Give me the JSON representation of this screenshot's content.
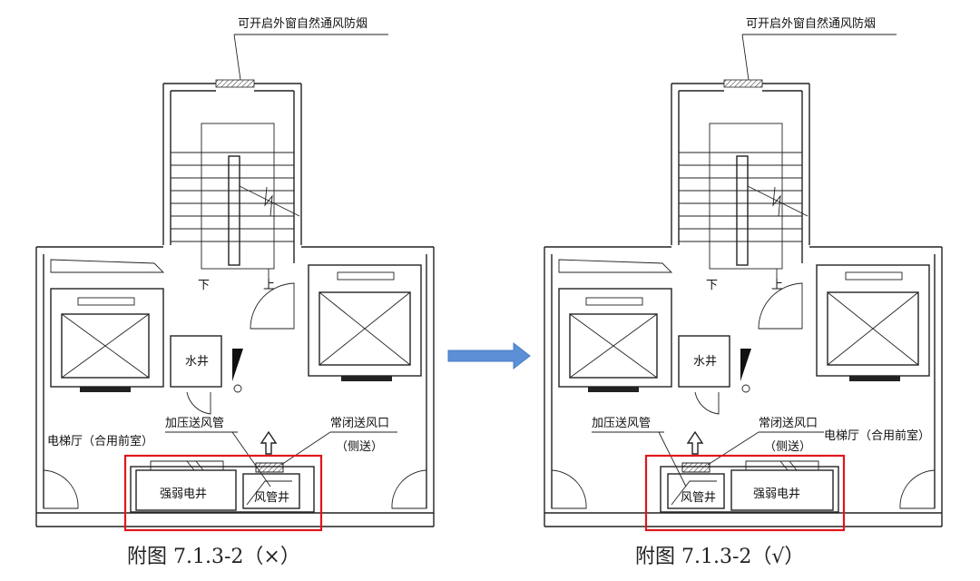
{
  "colors": {
    "arrow": "#5b8fd6",
    "highlight": "#e0161b",
    "line": "#222222"
  },
  "plans": [
    {
      "id": "left",
      "title_top": "可开启外窗自然通风防烟",
      "stair_down": "下",
      "stair_up": "上",
      "water_shaft": "水井",
      "pressurized_duct": "加压送风管",
      "closed_vent": "常闭送风口",
      "side_supply": "（侧送）",
      "lobby": "电梯厅（合用前室）",
      "electric_shaft": "强弱电井",
      "air_shaft": "风管井",
      "caption": "附图 7.1.3-2（×）"
    },
    {
      "id": "right",
      "title_top": "可开启外窗自然通风防烟",
      "stair_down": "下",
      "stair_up": "上",
      "water_shaft": "水井",
      "pressurized_duct": "加压送风管",
      "closed_vent": "常闭送风口",
      "side_supply": "（侧送）",
      "lobby": "电梯厅（合用前室）",
      "electric_shaft": "强弱电井",
      "air_shaft": "风管井",
      "caption": "附图 7.1.3-2（√）"
    }
  ]
}
